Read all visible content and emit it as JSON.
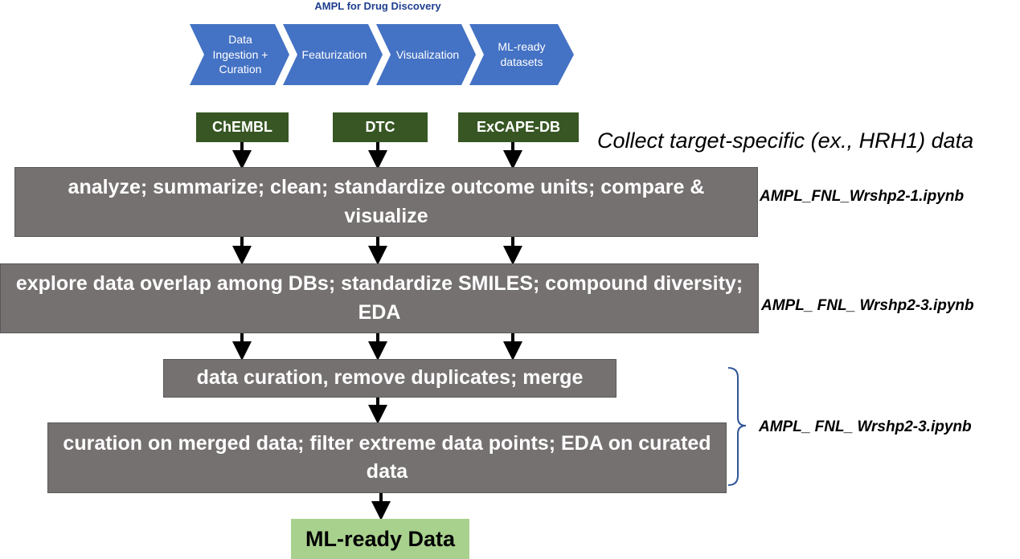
{
  "pipeline": {
    "title": "AMPL for Drug Discovery",
    "stages": [
      {
        "label": "Data\nIngestion +\nCuration"
      },
      {
        "label": "Featurization"
      },
      {
        "label": "Visualization"
      },
      {
        "label": "ML-ready\ndatasets"
      }
    ]
  },
  "sources": [
    {
      "label": "ChEMBL"
    },
    {
      "label": "DTC"
    },
    {
      "label": "ExCAPE-DB"
    }
  ],
  "collect_label": "Collect target-specific (ex., HRH1) data",
  "steps": [
    {
      "label": "analyze; summarize; clean; standardize outcome units; compare & visualize",
      "notebook": "AMPL_FNL_Wrshp2-1.ipynb"
    },
    {
      "label": "explore data overlap among DBs; standardize SMILES; compound diversity; EDA",
      "notebook": "AMPL_ FNL_ Wrshp2-3.ipynb"
    },
    {
      "label": "data curation, remove duplicates; merge"
    },
    {
      "label": "curation on merged data; filter extreme data points; EDA on curated data"
    }
  ],
  "bracket_notebook": "AMPL_ FNL_ Wrshp2-3.ipynb",
  "output_label": "ML-ready Data",
  "colors": {
    "chevron": "#4472c4",
    "source": "#375623",
    "step": "#767171",
    "output": "#a9d18e",
    "bracket": "#2f5597"
  }
}
